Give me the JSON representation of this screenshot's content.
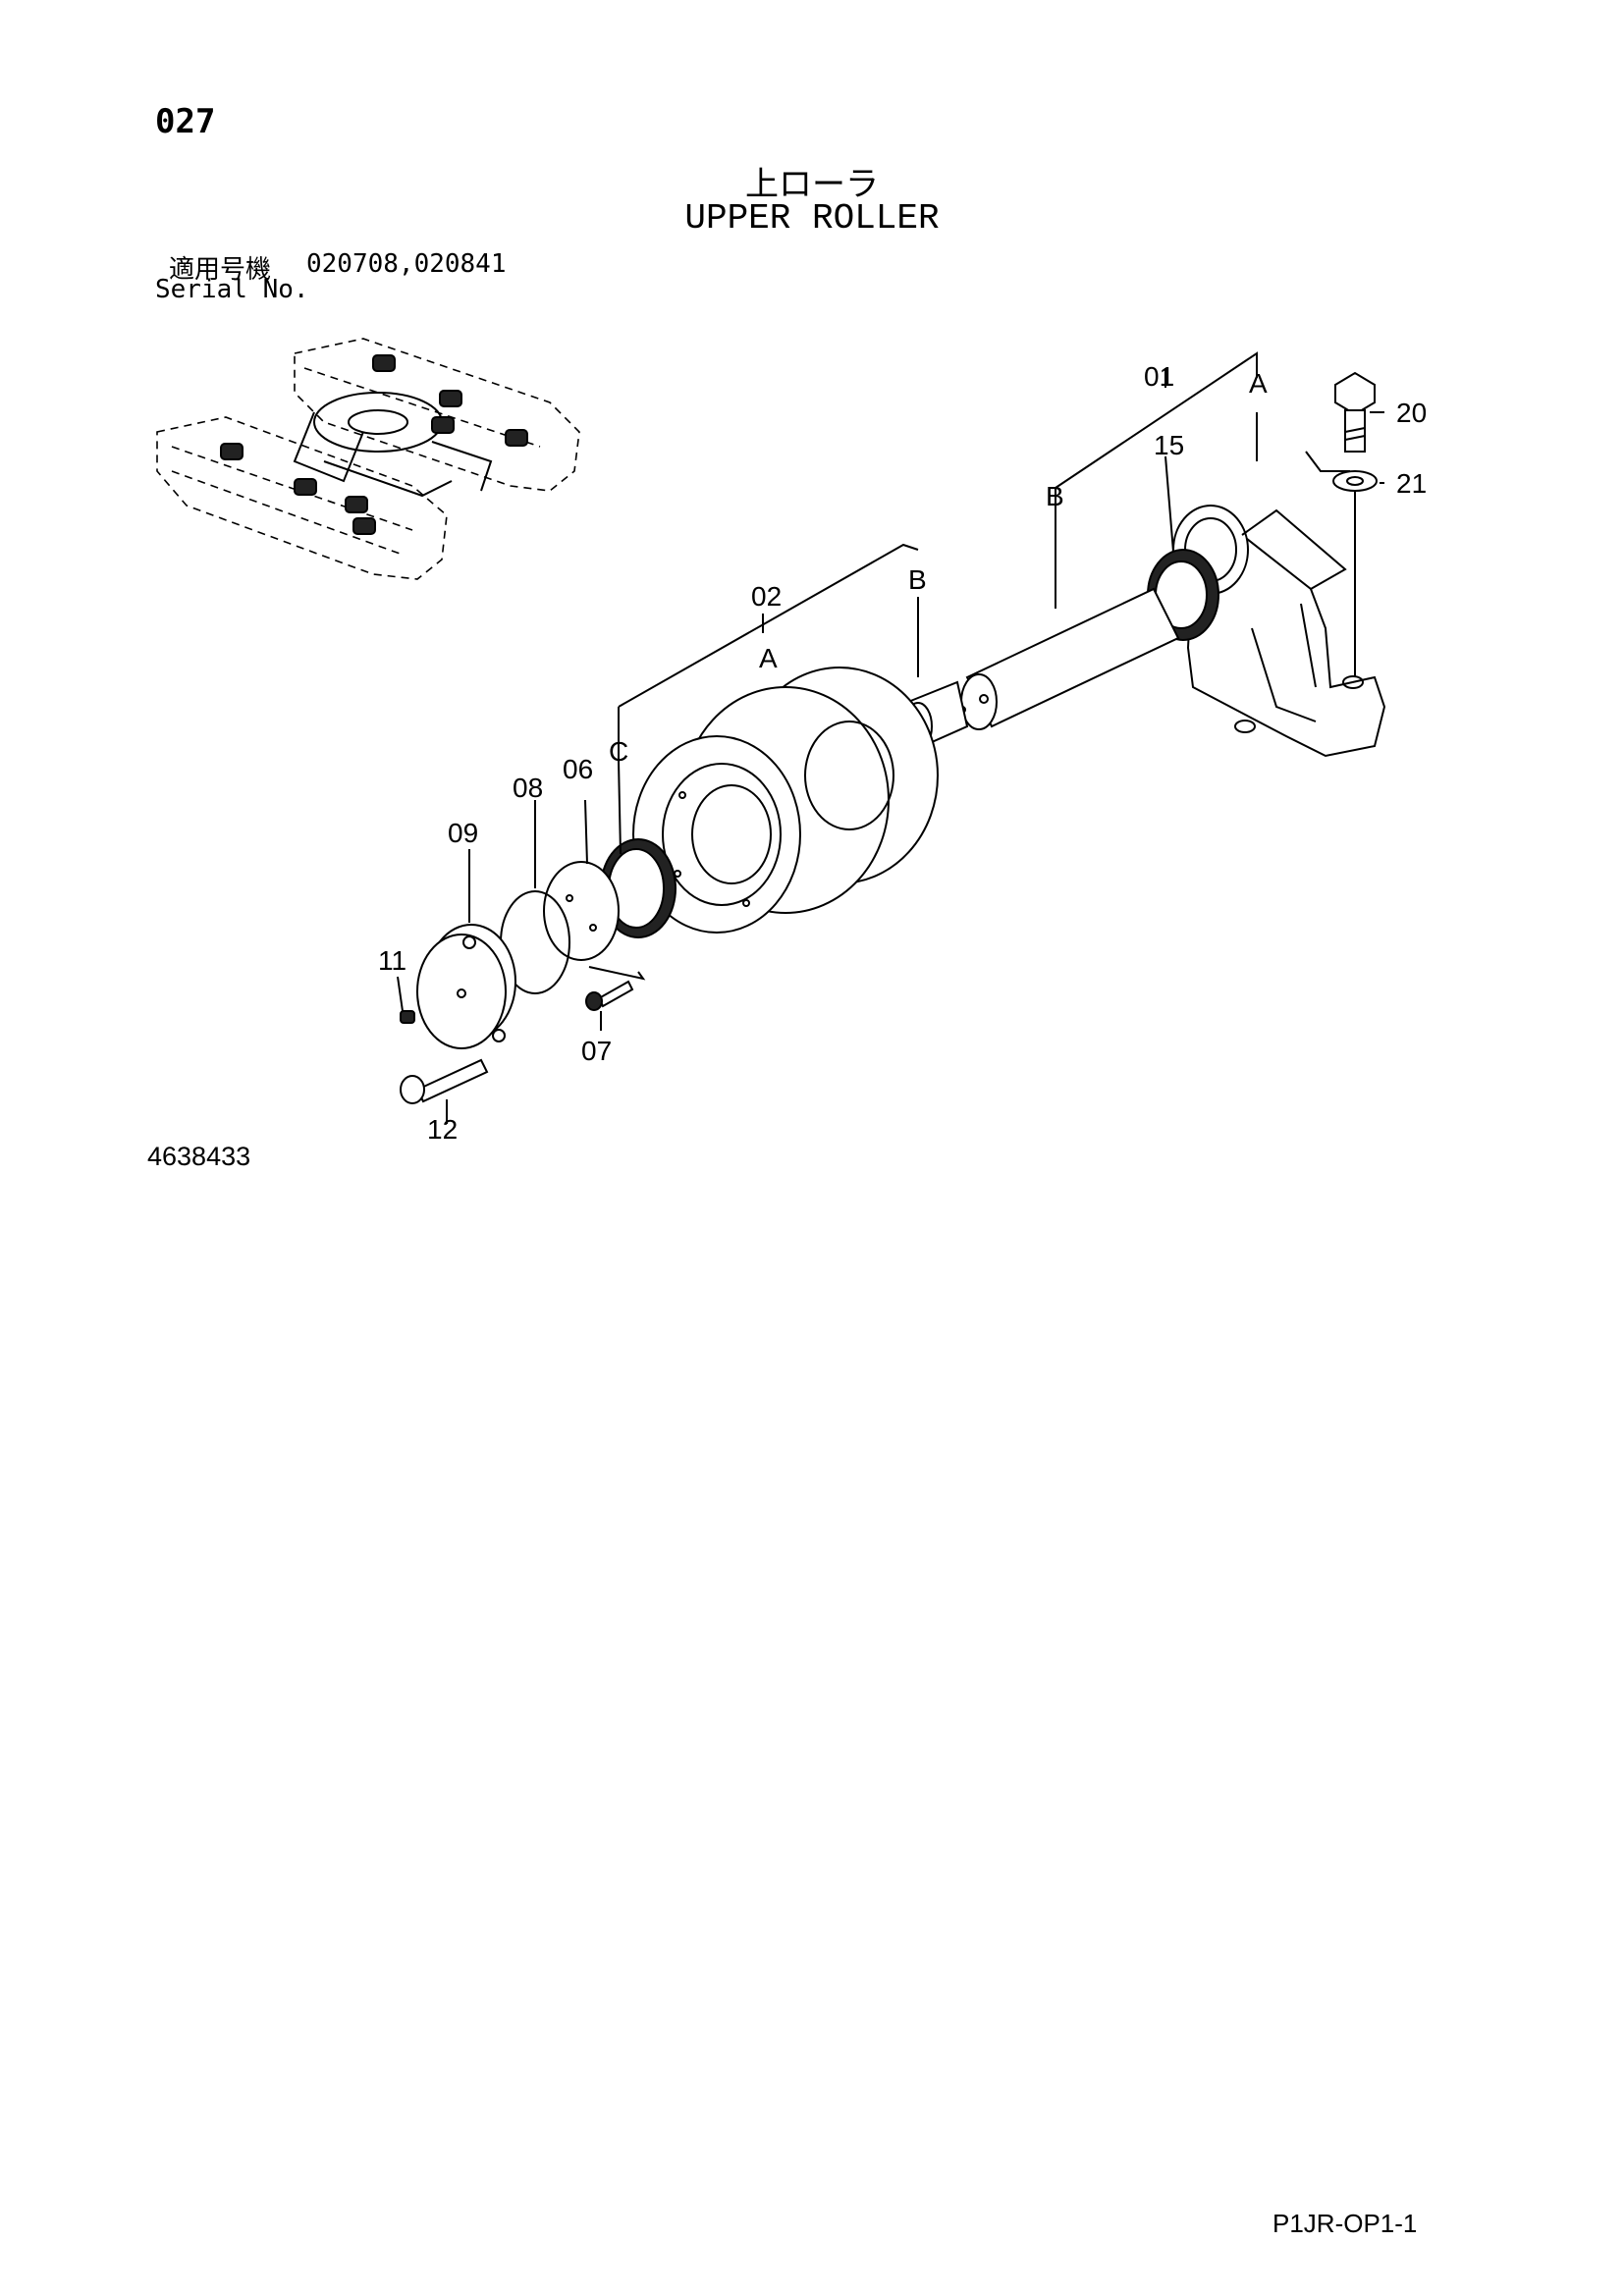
{
  "header": {
    "page_number": "027",
    "title_jp": "上ローラ",
    "title_en": "UPPER ROLLER",
    "serial_label_jp": "適用号機",
    "serial_values": "020708,020841",
    "serial_label_en": "Serial No."
  },
  "callouts": {
    "c01": "01",
    "c02": "02",
    "c06": "06",
    "c07": "07",
    "c08": "08",
    "c09": "09",
    "c11": "11",
    "c12": "12",
    "c15": "15",
    "c20": "20",
    "c21": "21",
    "a1": "A",
    "a2": "A",
    "b1": "B",
    "b2": "B",
    "c": "C"
  },
  "footer": {
    "doc_number": "4638433",
    "page_code": "P1JR-OP1-1"
  }
}
